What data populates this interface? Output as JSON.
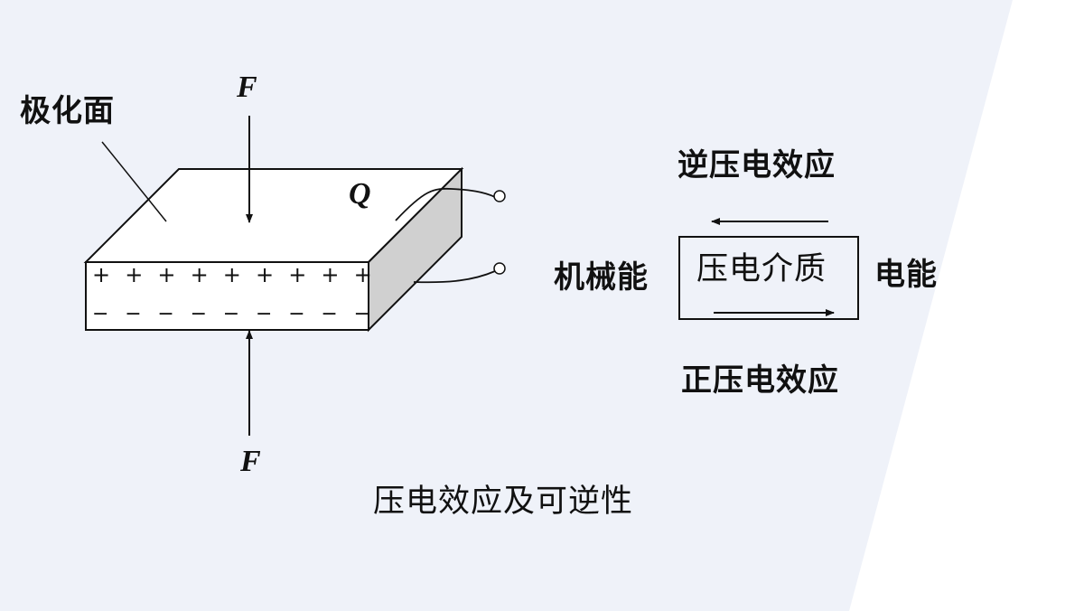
{
  "slide": {
    "background_color": "#eff2f9",
    "right_area_color": "#ffffff"
  },
  "left_diagram": {
    "polarized_face_label": "极化面",
    "force_top_label": "F",
    "force_bottom_label": "F",
    "charge_label": "Q",
    "positive_charges": [
      "+",
      "+",
      "+",
      "+",
      "+",
      "+",
      "+",
      "+",
      "+"
    ],
    "negative_charges": [
      "−",
      "−",
      "−",
      "−",
      "−",
      "−",
      "−",
      "−",
      "−"
    ],
    "side_face_color": "#d0d0d0",
    "top_face_color": "#ffffff"
  },
  "right_diagram": {
    "inverse_effect_label": "逆压电效应",
    "direct_effect_label": "正压电效应",
    "mechanical_energy_label": "机械能",
    "electrical_energy_label": "电能",
    "medium_label": "压电介质"
  },
  "caption": "压电效应及可逆性"
}
